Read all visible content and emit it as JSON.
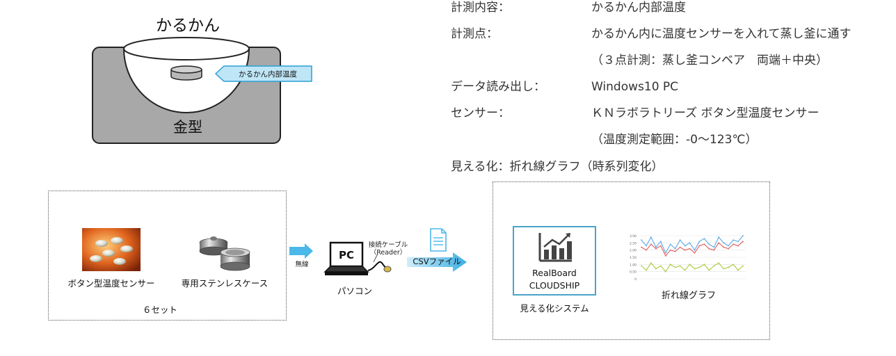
{
  "diagram": {
    "karukan_label": "かるかん",
    "mold_label": "金型",
    "inner_temp_callout": "かるかん内部温度"
  },
  "specs": [
    {
      "label": "計測内容：",
      "value": "かるかん内部温度"
    },
    {
      "label": "計測点：",
      "value": "かるかん内に温度センサーを入れて蒸し釜に通す"
    },
    {
      "label": "",
      "value": "（３点計測：蒸し釜コンベア　両端＋中央）"
    },
    {
      "label": "データ読み出し：",
      "value": "Windows10 PC"
    },
    {
      "label": "センサー：",
      "value": "ＫＮラボラトリーズ  ボタン型温度センサー"
    },
    {
      "label": "",
      "value": "（温度測定範囲：-0～123℃）"
    }
  ],
  "visualization": "見える化：折れ線グラフ（時系列変化）",
  "sensor_box": {
    "sensor_label": "ボタン型温度センサー",
    "case_label": "専用ステンレスケース",
    "sets_label": "６セット"
  },
  "wireless_label": "無線",
  "pc": {
    "screen_label": "PC",
    "cable_label": "接続ケーブル",
    "reader_label": "（Reader）",
    "pc_label": "パソコン"
  },
  "csv_label": "CSVファイル",
  "system_box": {
    "app_name_1": "RealBoard",
    "app_name_2": "CLOUDSHIP",
    "system_label": "見える化システム",
    "graph_label": "折れ線グラフ"
  },
  "colors": {
    "mold_fill": "#a8a8a8",
    "callout_fill": "#bfe6f7",
    "arrow_blue": "#4ab8e8",
    "series_blue": "#5aa9e6",
    "series_red": "#e05a5a",
    "series_green": "#a8c83a"
  },
  "icons": [
    "document-icon",
    "bar-chart-icon"
  ],
  "chart_data": {
    "type": "line",
    "yticks": [
      "3.00",
      "2.50",
      "2.00",
      "1.50",
      "1.00",
      "0.50",
      "0"
    ],
    "ylim": [
      0,
      3.0
    ],
    "series": [
      {
        "values": [
          2.7,
          2.3,
          2.9,
          2.2,
          2.6,
          1.8,
          2.4,
          2.1,
          2.7,
          2.3,
          2.5,
          2.0,
          2.6,
          2.8,
          2.4,
          2.2,
          2.9,
          2.5,
          2.3,
          2.7,
          2.6,
          3.0
        ]
      },
      {
        "values": [
          2.2,
          2.0,
          2.4,
          2.1,
          2.3,
          1.6,
          2.0,
          1.9,
          2.2,
          2.0,
          2.1,
          1.8,
          2.3,
          2.4,
          2.1,
          2.0,
          2.5,
          2.2,
          2.1,
          2.4,
          2.3,
          2.6
        ]
      },
      {
        "values": [
          0.9,
          0.6,
          1.1,
          0.7,
          0.9,
          0.5,
          1.0,
          0.8,
          0.9,
          0.6,
          1.0,
          0.7,
          0.8,
          1.0,
          0.6,
          0.9,
          1.1,
          0.7,
          0.8,
          1.0,
          0.6,
          0.9
        ]
      }
    ]
  }
}
